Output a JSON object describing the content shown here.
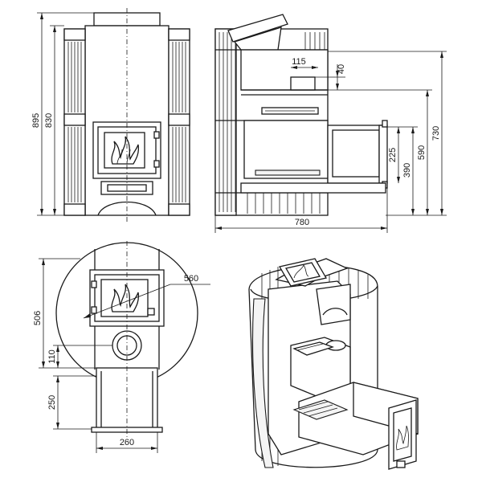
{
  "dimensions": {
    "front_height_total": "895",
    "front_height_body": "830",
    "side_width_115": "115",
    "side_depth_40": "40",
    "side_height_730": "730",
    "side_height_590": "590",
    "side_height_390": "390",
    "side_height_225": "225",
    "side_length_780": "780",
    "top_diameter_560": "560",
    "top_depth_506": "506",
    "top_offset_110": "110",
    "top_tunnel_250": "250",
    "top_width_260": "260"
  }
}
